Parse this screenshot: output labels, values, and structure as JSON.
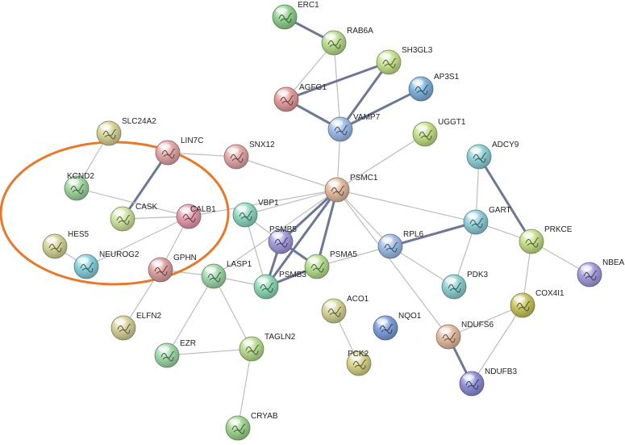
{
  "network": {
    "highlight_color": "#E8782A",
    "edge_color_strong": "#6E7896",
    "edge_color_weak": "#BDBDBD",
    "nodes": [
      {
        "id": "ERC1",
        "label": "ERC1",
        "color": "#8ED08E"
      },
      {
        "id": "RAB6A",
        "label": "RAB6A",
        "color": "#B8DC8E"
      },
      {
        "id": "SH3GL3",
        "label": "SH3GL3",
        "color": "#C6E08E"
      },
      {
        "id": "AP3S1",
        "label": "AP3S1",
        "color": "#7FB2DA"
      },
      {
        "id": "AGFG1",
        "label": "AGFG1",
        "color": "#E39B9B"
      },
      {
        "id": "VAMP7",
        "label": "VAMP7",
        "color": "#9DBBE6"
      },
      {
        "id": "UGGT1",
        "label": "UGGT1",
        "color": "#C4DE86"
      },
      {
        "id": "SLC24A2",
        "label": "SLC24A2",
        "color": "#D6D296"
      },
      {
        "id": "LIN7C",
        "label": "LIN7C",
        "color": "#E2A6A6"
      },
      {
        "id": "SNX12",
        "label": "SNX12",
        "color": "#E2A6A6"
      },
      {
        "id": "ADCY9",
        "label": "ADCY9",
        "color": "#8ECFD4"
      },
      {
        "id": "KCND2",
        "label": "KCND2",
        "color": "#9ED59E"
      },
      {
        "id": "PSMC1",
        "label": "PSMC1",
        "color": "#E1BB9E"
      },
      {
        "id": "CASK",
        "label": "CASK",
        "color": "#CFE39E"
      },
      {
        "id": "CALB1",
        "label": "CALB1",
        "color": "#E39BAE"
      },
      {
        "id": "VBP1",
        "label": "VBP1",
        "color": "#8ED8C2"
      },
      {
        "id": "GART",
        "label": "GART",
        "color": "#8ECDD9"
      },
      {
        "id": "PSMB5",
        "label": "PSMB5",
        "color": "#A39BDB"
      },
      {
        "id": "HES5",
        "label": "HES5",
        "color": "#D2D296"
      },
      {
        "id": "RPL6",
        "label": "RPL6",
        "color": "#9DBBE6"
      },
      {
        "id": "PRKCE",
        "label": "PRKCE",
        "color": "#C4DE86"
      },
      {
        "id": "NEUROG2",
        "label": "NEUROG2",
        "color": "#86CFD9"
      },
      {
        "id": "GPHN",
        "label": "GPHN",
        "color": "#DFA0A0"
      },
      {
        "id": "PSMA5",
        "label": "PSMA5",
        "color": "#B4DD8E"
      },
      {
        "id": "NBEA",
        "label": "NBEA",
        "color": "#A39BDB"
      },
      {
        "id": "LASP1",
        "label": "LASP1",
        "color": "#9ED7A8"
      },
      {
        "id": "PSMB3",
        "label": "PSMB3",
        "color": "#8ED8B4"
      },
      {
        "id": "PDK3",
        "label": "PDK3",
        "color": "#8ECFCF"
      },
      {
        "id": "COX4I1",
        "label": "COX4I1",
        "color": "#C6C45E"
      },
      {
        "id": "ACO1",
        "label": "ACO1",
        "color": "#D6D296"
      },
      {
        "id": "ELFN2",
        "label": "ELFN2",
        "color": "#D6CE96"
      },
      {
        "id": "NQO1",
        "label": "NQO1",
        "color": "#7F9EDA"
      },
      {
        "id": "NDUFS6",
        "label": "NDUFS6",
        "color": "#E1BB9E"
      },
      {
        "id": "EZR",
        "label": "EZR",
        "color": "#9ED7A8"
      },
      {
        "id": "TAGLN2",
        "label": "TAGLN2",
        "color": "#B8DC8E"
      },
      {
        "id": "PCK2",
        "label": "PCK2",
        "color": "#D6D286"
      },
      {
        "id": "NDUFB3",
        "label": "NDUFB3",
        "color": "#8E8ED8"
      },
      {
        "id": "CRYAB",
        "label": "CRYAB",
        "color": "#9ED58E"
      }
    ],
    "edges": [
      {
        "a": "ERC1",
        "b": "RAB6A",
        "weight": "strong"
      },
      {
        "a": "RAB6A",
        "b": "AGFG1",
        "weight": "weak"
      },
      {
        "a": "RAB6A",
        "b": "VAMP7",
        "weight": "weak"
      },
      {
        "a": "SH3GL3",
        "b": "AGFG1",
        "weight": "strong"
      },
      {
        "a": "SH3GL3",
        "b": "VAMP7",
        "weight": "strong"
      },
      {
        "a": "AP3S1",
        "b": "VAMP7",
        "weight": "strong"
      },
      {
        "a": "AGFG1",
        "b": "VAMP7",
        "weight": "strong"
      },
      {
        "a": "VAMP7",
        "b": "PSMC1",
        "weight": "weak"
      },
      {
        "a": "UGGT1",
        "b": "PSMC1",
        "weight": "weak"
      },
      {
        "a": "SLC24A2",
        "b": "KCND2",
        "weight": "weak"
      },
      {
        "a": "LIN7C",
        "b": "CASK",
        "weight": "strong"
      },
      {
        "a": "LIN7C",
        "b": "SNX12",
        "weight": "weak"
      },
      {
        "a": "SNX12",
        "b": "PSMC1",
        "weight": "weak"
      },
      {
        "a": "KCND2",
        "b": "CALB1",
        "weight": "weak"
      },
      {
        "a": "CASK",
        "b": "CALB1",
        "weight": "weak"
      },
      {
        "a": "HES5",
        "b": "NEUROG2",
        "weight": "weak"
      },
      {
        "a": "NEUROG2",
        "b": "CALB1",
        "weight": "weak"
      },
      {
        "a": "GPHN",
        "b": "CALB1",
        "weight": "weak"
      },
      {
        "a": "GPHN",
        "b": "ELFN2",
        "weight": "weak"
      },
      {
        "a": "GPHN",
        "b": "LASP1",
        "weight": "weak"
      },
      {
        "a": "CALB1",
        "b": "PSMC1",
        "weight": "weak"
      },
      {
        "a": "PSMC1",
        "b": "VBP1",
        "weight": "weak"
      },
      {
        "a": "PSMC1",
        "b": "PSMB5",
        "weight": "strong"
      },
      {
        "a": "PSMC1",
        "b": "PSMA5",
        "weight": "strong"
      },
      {
        "a": "PSMC1",
        "b": "PSMB3",
        "weight": "strong"
      },
      {
        "a": "PSMC1",
        "b": "RPL6",
        "weight": "weak"
      },
      {
        "a": "PSMC1",
        "b": "GART",
        "weight": "weak"
      },
      {
        "a": "PSMC1",
        "b": "NDUFS6",
        "weight": "weak"
      },
      {
        "a": "PSMC1",
        "b": "LASP1",
        "weight": "weak"
      },
      {
        "a": "VBP1",
        "b": "PSMB5",
        "weight": "weak"
      },
      {
        "a": "VBP1",
        "b": "PSMB3",
        "weight": "weak"
      },
      {
        "a": "PSMB5",
        "b": "PSMA5",
        "weight": "strong"
      },
      {
        "a": "PSMB5",
        "b": "PSMB3",
        "weight": "strong"
      },
      {
        "a": "PSMA5",
        "b": "PSMB3",
        "weight": "strong"
      },
      {
        "a": "PSMA5",
        "b": "RPL6",
        "weight": "weak"
      },
      {
        "a": "PSMB3",
        "b": "LASP1",
        "weight": "weak"
      },
      {
        "a": "RPL6",
        "b": "GART",
        "weight": "strong"
      },
      {
        "a": "RPL6",
        "b": "PDK3",
        "weight": "weak"
      },
      {
        "a": "GART",
        "b": "ADCY9",
        "weight": "weak"
      },
      {
        "a": "GART",
        "b": "PDK3",
        "weight": "weak"
      },
      {
        "a": "GART",
        "b": "PRKCE",
        "weight": "weak"
      },
      {
        "a": "ADCY9",
        "b": "PRKCE",
        "weight": "strong"
      },
      {
        "a": "PRKCE",
        "b": "NBEA",
        "weight": "weak"
      },
      {
        "a": "PRKCE",
        "b": "COX4I1",
        "weight": "weak"
      },
      {
        "a": "COX4I1",
        "b": "NDUFS6",
        "weight": "weak"
      },
      {
        "a": "COX4I1",
        "b": "NDUFB3",
        "weight": "weak"
      },
      {
        "a": "NDUFS6",
        "b": "NDUFB3",
        "weight": "strong"
      },
      {
        "a": "LASP1",
        "b": "EZR",
        "weight": "weak"
      },
      {
        "a": "LASP1",
        "b": "TAGLN2",
        "weight": "weak"
      },
      {
        "a": "EZR",
        "b": "TAGLN2",
        "weight": "weak"
      },
      {
        "a": "TAGLN2",
        "b": "CRYAB",
        "weight": "weak"
      },
      {
        "a": "ACO1",
        "b": "PCK2",
        "weight": "weak"
      }
    ]
  }
}
